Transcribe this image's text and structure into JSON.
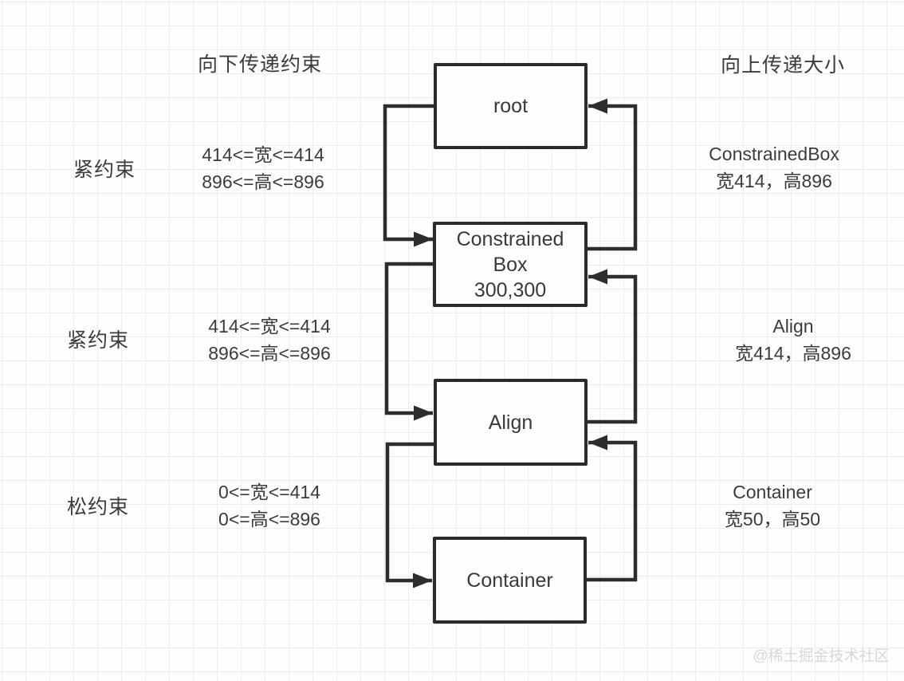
{
  "headers": {
    "down_title": "向下传递约束",
    "up_title": "向上传递大小"
  },
  "rows": [
    {
      "constraint_type": "紧约束",
      "constraint_line1": "414<=宽<=414",
      "constraint_line2": "896<=高<=896",
      "result_line1": "ConstrainedBox",
      "result_line2": "宽414，高896"
    },
    {
      "constraint_type": "紧约束",
      "constraint_line1": "414<=宽<=414",
      "constraint_line2": "896<=高<=896",
      "result_line1": "Align",
      "result_line2": "宽414，高896"
    },
    {
      "constraint_type": "松约束",
      "constraint_line1": "0<=宽<=414",
      "constraint_line2": "0<=高<=896",
      "result_line1": "Container",
      "result_line2": "宽50，高50"
    }
  ],
  "nodes": {
    "root": {
      "line1": "root"
    },
    "constrained_box": {
      "line1": "Constrained",
      "line2": "Box",
      "line3": "300,300"
    },
    "align": {
      "line1": "Align"
    },
    "container": {
      "line1": "Container"
    }
  },
  "watermark": "@稀土掘金技术社区",
  "colors": {
    "stroke": "#2d2d2d",
    "text": "#3c3c3c",
    "grid": "#ededf1",
    "background": "#fdfdfe",
    "watermark": "#d8d8da"
  }
}
